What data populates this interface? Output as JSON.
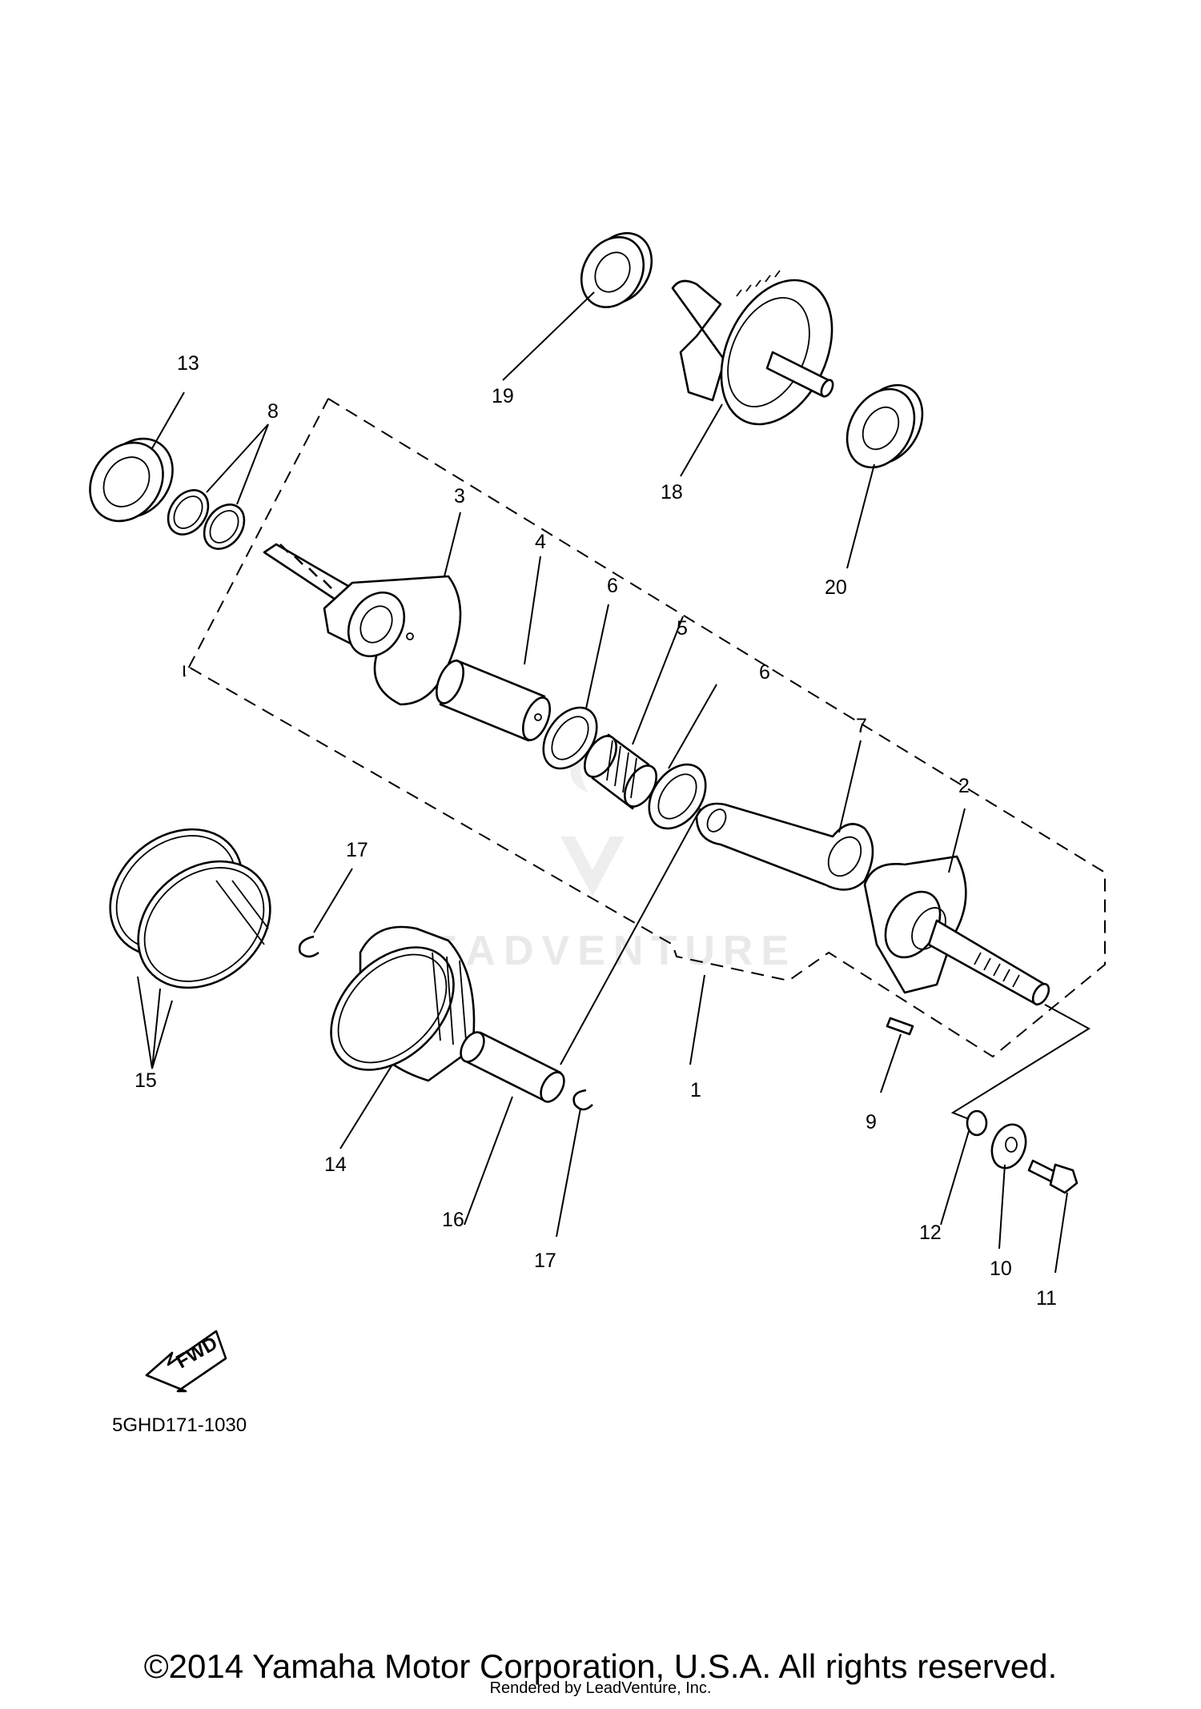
{
  "diagram": {
    "code": "5GHD171-1030",
    "fwd_label": "FWD",
    "watermark": "LEADVENTURE",
    "callouts": [
      "1",
      "2",
      "3",
      "4",
      "5",
      "6",
      "6",
      "7",
      "8",
      "9",
      "10",
      "11",
      "12",
      "13",
      "14",
      "15",
      "16",
      "17",
      "17",
      "18",
      "19",
      "20"
    ]
  },
  "footer": {
    "copyright": "©2014 Yamaha Motor Corporation, U.S.A. All rights reserved.",
    "rendered_by": "Rendered by LeadVenture, Inc."
  }
}
